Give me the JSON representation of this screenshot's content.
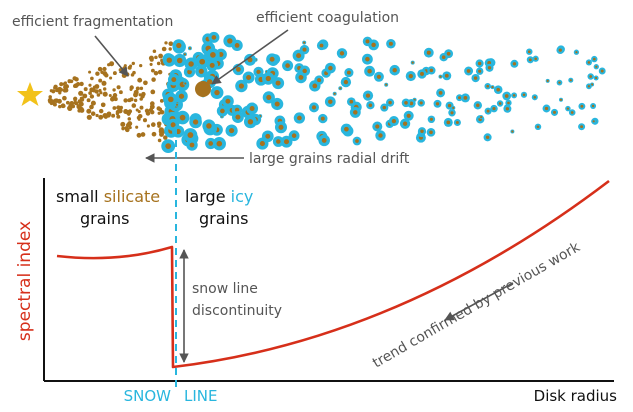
{
  "top": {
    "fragmentation_label": "efficient fragmentation",
    "coagulation_label": "efficient coagulation",
    "drift_label": "large grains radial drift"
  },
  "plot": {
    "ylabel": "spectral index",
    "xlabel": "Disk radius",
    "snow_line_left": "SNOW",
    "snow_line_right": "LINE",
    "left_region": {
      "line1_prefix": "small",
      "line1_word": "silicate",
      "line2": "grains"
    },
    "right_region": {
      "line1_prefix": "large",
      "line1_word": "icy",
      "line2": "grains"
    },
    "discontinuity_line1": "snow line",
    "discontinuity_line2": "discontinuity",
    "trend_label": "trend confirmed by previous work"
  },
  "colors": {
    "star": "#f2c21a",
    "silicate": "#a6721e",
    "icy": "#29b6de",
    "curve": "#d62f1a",
    "annotation": "#555555",
    "text": "#111111",
    "snow_line": "#29b6de"
  }
}
